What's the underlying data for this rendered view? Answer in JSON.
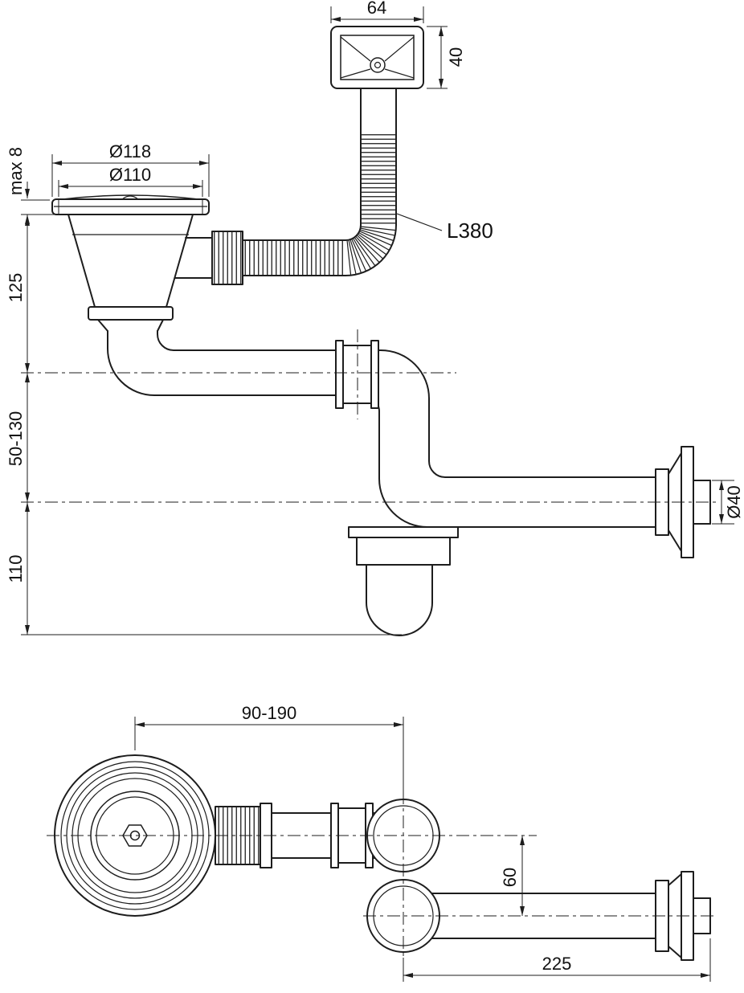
{
  "colors": {
    "line": "#1d1d1d",
    "background": "#ffffff",
    "text": "#111111"
  },
  "side_view": {
    "overflow_fitting": {
      "width_mm": "64",
      "height_mm": "40"
    },
    "flexible_hose": {
      "length_label": "L380"
    },
    "strainer": {
      "sink_thickness": "max 8",
      "flange_outer_diameter": "Ø118",
      "flange_inner_diameter": "Ø110"
    },
    "heights": {
      "flange_to_axis": "125",
      "adjustable_height": "50-130",
      "trap_depth": "110"
    },
    "wall_outlet": {
      "pipe_diameter": "Ø40"
    }
  },
  "plan_view": {
    "adjustable_span": "90-190",
    "outlet_offset": "60",
    "outlet_length": "225"
  }
}
